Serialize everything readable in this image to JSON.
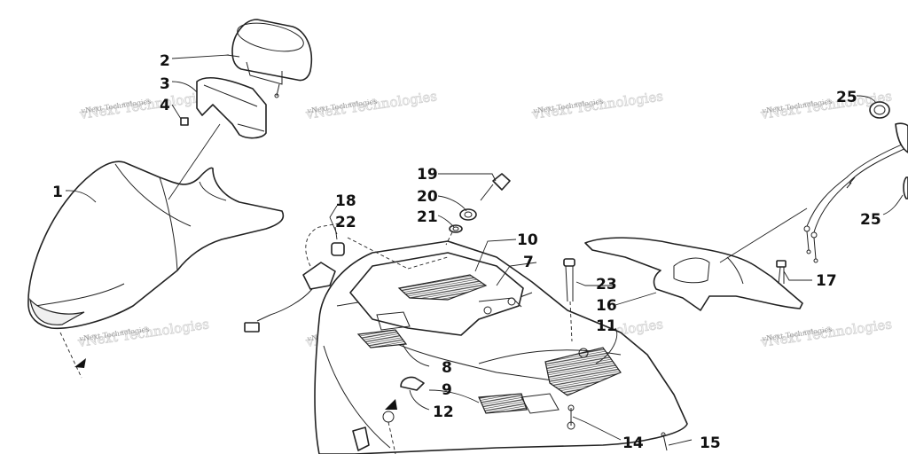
{
  "watermark": {
    "text": "vNext Technologies"
  },
  "callouts": [
    {
      "id": "1",
      "label": "1"
    },
    {
      "id": "2",
      "label": "2"
    },
    {
      "id": "3",
      "label": "3"
    },
    {
      "id": "4",
      "label": "4"
    },
    {
      "id": "7",
      "label": "7"
    },
    {
      "id": "8",
      "label": "8"
    },
    {
      "id": "9",
      "label": "9"
    },
    {
      "id": "10",
      "label": "10"
    },
    {
      "id": "11",
      "label": "11"
    },
    {
      "id": "12",
      "label": "12"
    },
    {
      "id": "14",
      "label": "14"
    },
    {
      "id": "15",
      "label": "15"
    },
    {
      "id": "16",
      "label": "16"
    },
    {
      "id": "17",
      "label": "17"
    },
    {
      "id": "18",
      "label": "18"
    },
    {
      "id": "19",
      "label": "19"
    },
    {
      "id": "20",
      "label": "20"
    },
    {
      "id": "21",
      "label": "21"
    },
    {
      "id": "22",
      "label": "22"
    },
    {
      "id": "23",
      "label": "23"
    },
    {
      "id": "25a",
      "label": "25"
    },
    {
      "id": "25b",
      "label": "25"
    }
  ],
  "colors": {
    "line": "#222222",
    "background": "#ffffff",
    "watermark": "#9a9a9a"
  }
}
